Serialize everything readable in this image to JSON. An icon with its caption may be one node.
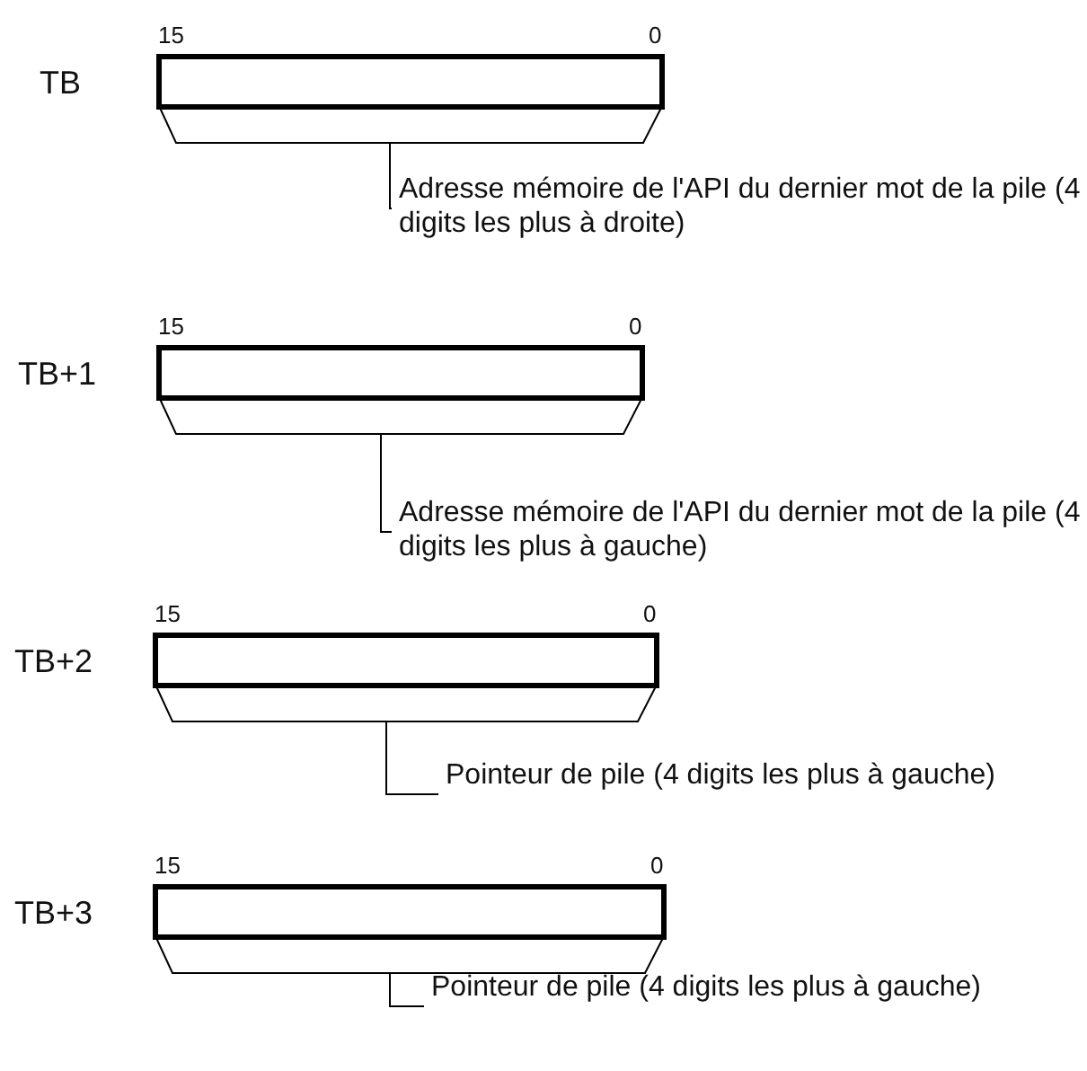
{
  "diagram": {
    "nodes": [
      {
        "text": [],
        "shape": "box",
        "beside": [
          "TB",
          "15",
          "0"
        ]
      },
      {
        "text": [
          "Adresse mémoire de l'API du dernier mot de la pile (4 digits les plus à droite)"
        ]
      },
      {
        "text": [],
        "shape": "box",
        "beside": [
          "TB+1",
          "15",
          "0"
        ]
      },
      {
        "text": [
          "Adresse mémoire de l'API du dernier mot de la pile (4 digits les plus à gauche)"
        ]
      },
      {
        "text": [],
        "shape": "box",
        "beside": [
          "TB+2",
          "15",
          "0"
        ]
      },
      {
        "text": [
          "Pointeur de pile (4 digits les plus à gauche)"
        ]
      },
      {
        "text": [],
        "shape": "box",
        "beside": [
          "TB+3",
          "15",
          "0"
        ]
      },
      {
        "text": [
          "Pointeur de pile (4 digits les plus à gauche)"
        ]
      }
    ],
    "edges": [
      {
        "from": 1,
        "to": 0,
        "arrow": "none"
      },
      {
        "from": 3,
        "to": 2,
        "arrow": "none"
      },
      {
        "from": 5,
        "to": 4,
        "arrow": "none"
      },
      {
        "from": 7,
        "to": 6,
        "arrow": "none"
      }
    ]
  }
}
